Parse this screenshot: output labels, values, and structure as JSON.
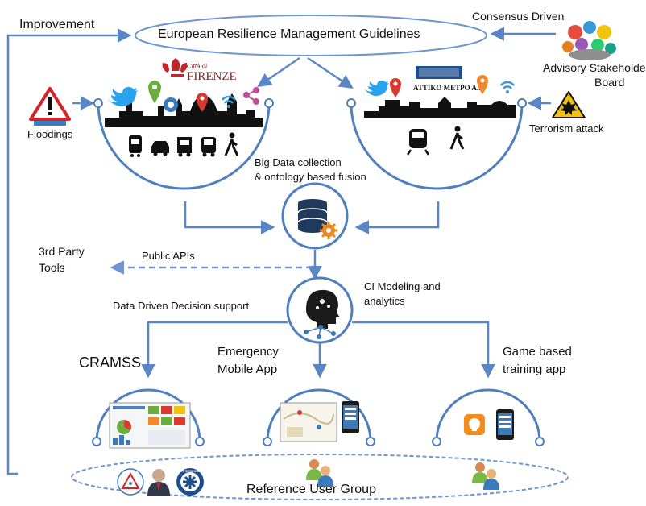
{
  "top": {
    "guidelines": "European Resilience Management Guidelines",
    "improvement": "Improvement",
    "consensus": "Consensus  Driven",
    "advisory_line1": "Advisory Stakeholder",
    "advisory_line2": "Board"
  },
  "left_city": {
    "logo_small": "Città di",
    "logo_name": "FIRENZE",
    "hazard": "Floodings"
  },
  "right_city": {
    "logo_name": "ATTIKO METPO A.E.",
    "hazard": "Terrorism attack"
  },
  "bigdata": {
    "line1": "Big Data collection",
    "line2": "& ontology based fusion"
  },
  "apis": {
    "third_party_line1": "3rd Party",
    "third_party_line2": "Tools",
    "public_apis": "Public APIs"
  },
  "analytics": {
    "decision_support": "Data Driven Decision support",
    "ci_line1": "CI Modeling  and",
    "ci_line2": "analytics"
  },
  "apps": {
    "cramss": "CRAMSS",
    "emergency_line1": "Emergency",
    "emergency_line2": "Mobile  App",
    "game_line1": "Game based",
    "game_line2": "training app"
  },
  "bottom": {
    "reference_group": "Reference User Group",
    "badge_text": "FIRST RESPONDER"
  },
  "colors": {
    "line_blue": "#5b86c5",
    "arc_blue": "#4f7fbd",
    "db_dark": "#1f3a5a",
    "gear_orange": "#e88a1e",
    "hazard_red": "#d0252a",
    "warn_yellow": "#f2c20c",
    "twitter": "#2aa3ef",
    "pin_red": "#d93a2f",
    "pin_orange": "#f0892a",
    "pin_green": "#6cae3e",
    "lily_red": "#c0272d"
  }
}
